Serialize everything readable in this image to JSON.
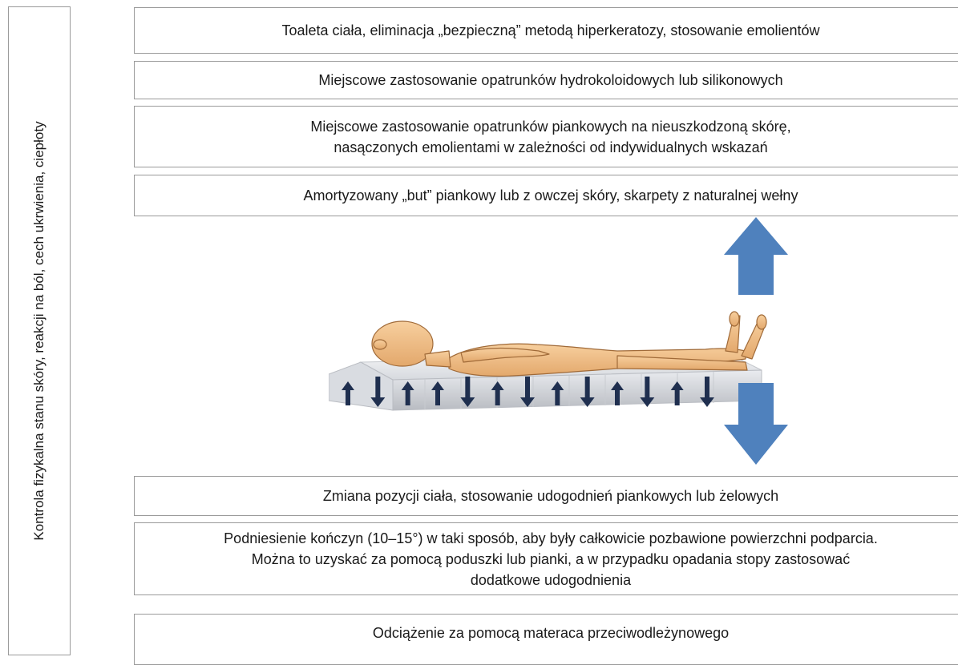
{
  "side_label": "Kontrola fizykalna stanu skóry, reakcji na ból, cech ukrwienia, ciepłoty",
  "boxes": {
    "skin_care": "Toaleta ciała, eliminacja „bezpieczną” metodą hiperkeratozy, stosowanie emolientów",
    "hydrocolloid": "Miejscowe zastosowanie opatrunków hydrokoloidowych lub silikonowych",
    "foam_line1": "Miejscowe zastosowanie opatrunków piankowych na nieuszkodzoną skórę,",
    "foam_line2": "nasączonych emolientami w zależności od indywidualnych wskazań",
    "boot": "Amortyzowany „but” piankowy lub z owczej skóry, skarpety z naturalnej wełny",
    "position_change": "Zmiana pozycji ciała, stosowanie udogodnień piankowych lub żelowych",
    "elevation_line1": "Podniesienie kończyn (10–15°) w taki sposób, aby były całkowicie pozbawione powierzchni podparcia.",
    "elevation_line2": "Można to uzyskać za pomocą poduszki lub pianki, a w przypadku opadania stopy zastosować",
    "elevation_line3": "dodatkowe udogodnienia",
    "mattress": "Odciążenie za pomocą materaca przeciwodleżynowego"
  },
  "colors": {
    "big_arrow": "#4f81bd",
    "small_arrow": "#1f2f4f",
    "skin": "#f2bf86",
    "skin_outline": "#a06a38",
    "mattress": "#e4e6ea",
    "mattress_edge": "#b9bcc2",
    "border": "#9a9a9a"
  },
  "icons": {
    "up_arrow": "arrow-up-icon",
    "down_arrow": "arrow-down-icon"
  },
  "mattress_arrows": [
    "up",
    "down",
    "up",
    "up",
    "down",
    "up",
    "down",
    "up",
    "down",
    "up",
    "down",
    "up",
    "down"
  ]
}
